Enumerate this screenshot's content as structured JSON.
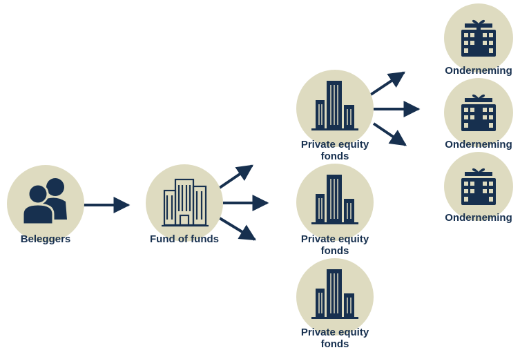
{
  "colors": {
    "accent": "#17304f",
    "circle": "#dedbc0",
    "background": "#ffffff"
  },
  "nodes": {
    "beleggers": {
      "label": "Beleggers",
      "icon": "people-icon"
    },
    "fund_of_funds": {
      "label": "Fund of funds",
      "icon": "office-building-icon"
    },
    "private_equity_1": {
      "label_line1": "Private equity",
      "label_line2": "fonds",
      "icon": "skyscraper-icon"
    },
    "private_equity_2": {
      "label_line1": "Private equity",
      "label_line2": "fonds",
      "icon": "skyscraper-icon"
    },
    "private_equity_3": {
      "label_line1": "Private equity",
      "label_line2": "fonds",
      "icon": "skyscraper-icon"
    },
    "onderneming_1": {
      "label": "Onderneming",
      "icon": "company-gift-icon"
    },
    "onderneming_2": {
      "label": "Onderneming",
      "icon": "company-gift-icon"
    },
    "onderneming_3": {
      "label": "Onderneming",
      "icon": "company-gift-icon"
    }
  }
}
